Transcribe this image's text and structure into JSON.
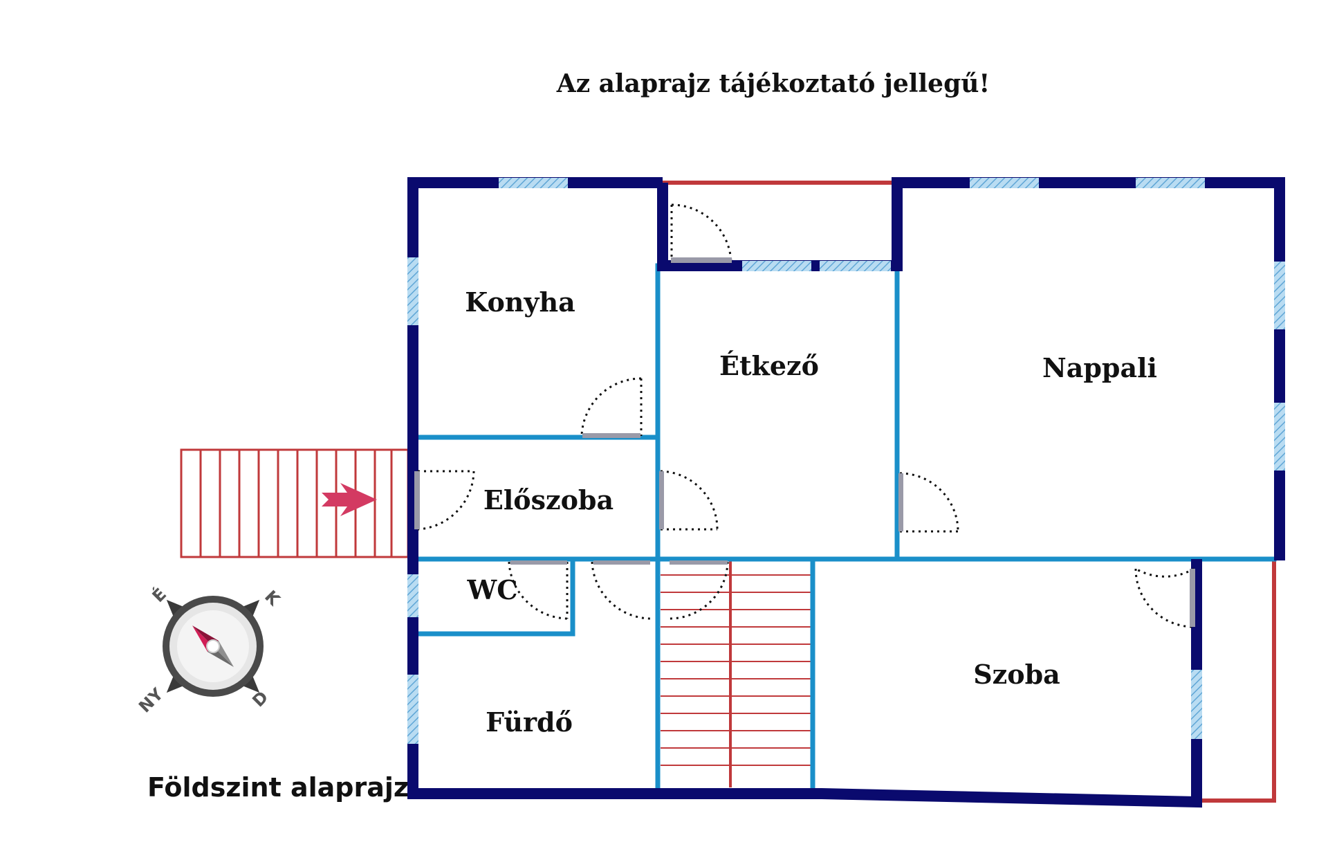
{
  "header": {
    "notice": "Az alaprajz tájékoztató jellegű!"
  },
  "caption": {
    "title": "Földszint alaprajz"
  },
  "rooms": {
    "konyha": "Konyha",
    "etkezo": "Étkező",
    "nappali": "Nappali",
    "eloszoba": "Előszoba",
    "wc": "WC",
    "furdo": "Fürdő",
    "szoba": "Szoba"
  },
  "compass": {
    "north": "É",
    "east": "K",
    "south": "D",
    "west": "NY"
  },
  "colors": {
    "exterior_wall": "#0a0a6e",
    "interior_wall": "#1a8fc9",
    "terrace_outline": "#c0393b",
    "window_glass": "#a9d3ee",
    "entrance_arrow": "#d33a62"
  }
}
